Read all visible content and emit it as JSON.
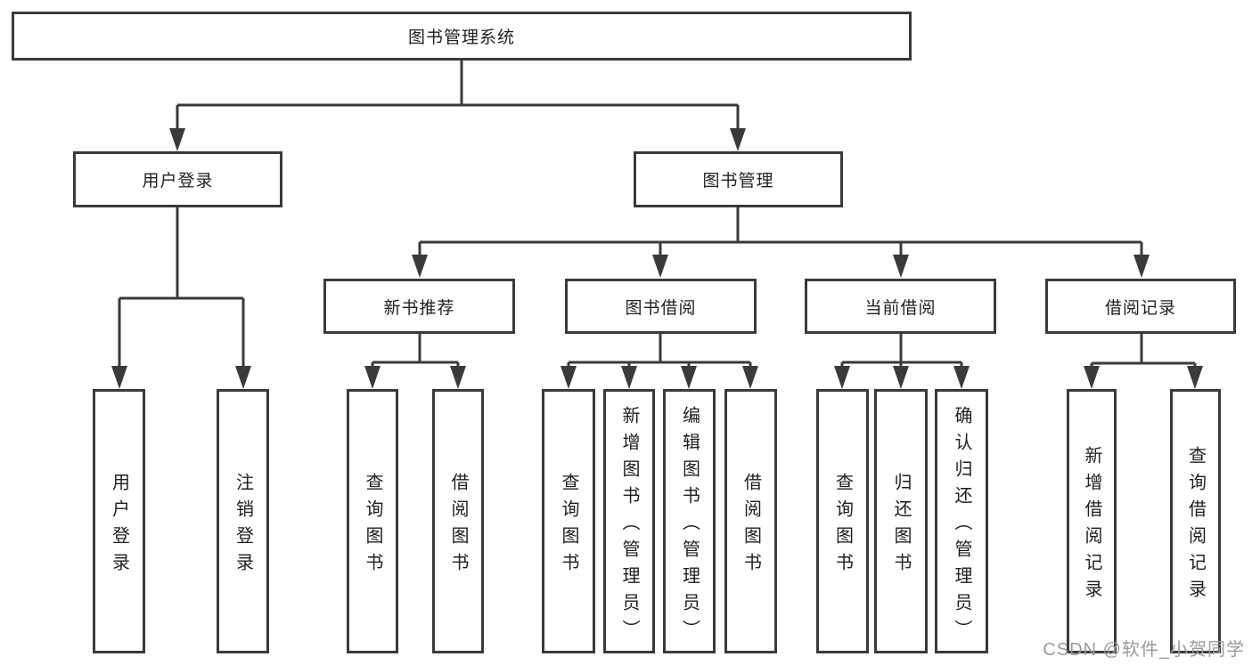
{
  "colors": {
    "line": "#3a3a3a",
    "text": "#1f1f1f",
    "background": "#ffffff",
    "watermark": "#9b9b9b"
  },
  "tree": {
    "root": "图书管理系统",
    "user_login": {
      "label": "用户登录",
      "children": [
        "用户登录",
        "注销登录"
      ]
    },
    "book_mgmt": {
      "label": "图书管理"
    },
    "sections": [
      {
        "label": "新书推荐",
        "children": [
          "查询图书",
          "借阅图书"
        ]
      },
      {
        "label": "图书借阅",
        "children": [
          "查询图书",
          "新增图书（管理员）",
          "编辑图书（管理员）",
          "借阅图书"
        ]
      },
      {
        "label": "当前借阅",
        "children": [
          "查询图书",
          "归还图书",
          "确认归还（管理员）"
        ]
      },
      {
        "label": "借阅记录",
        "children": [
          "新增借阅记录",
          "查询借阅记录"
        ]
      }
    ]
  },
  "watermark": "CSDN @软件_小贺同学"
}
